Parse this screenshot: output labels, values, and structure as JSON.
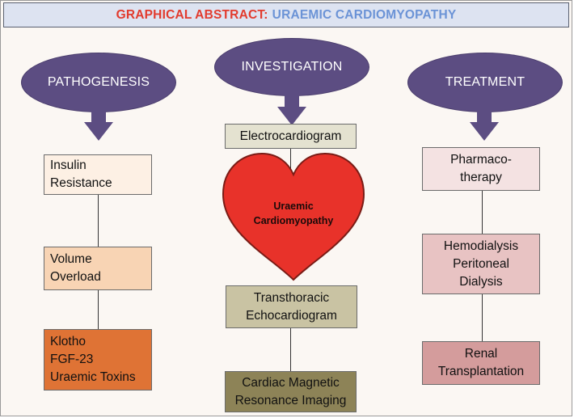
{
  "title": {
    "part1": "GRAPHICAL ABSTRACT:",
    "part2": "URAEMIC CARDIOMYOPATHY"
  },
  "colors": {
    "title_red": "#e23b2e",
    "title_blue": "#6b93d6",
    "ellipse": "#5c4d82",
    "heart": "#e8322a"
  },
  "columns": {
    "pathogenesis": {
      "heading": "PATHOGENESIS",
      "boxes": [
        {
          "text": "Insulin\nResistance",
          "color": "#fdf0e4"
        },
        {
          "text": "Volume\nOverload",
          "color": "#f8d4b4"
        },
        {
          "text": "Klotho\nFGF-23\nUraemic Toxins",
          "color": "#df7335"
        }
      ]
    },
    "investigation": {
      "heading": "INVESTIGATION",
      "boxes": [
        {
          "text": "Electrocardiogram",
          "color": "#e4e2d0"
        },
        {
          "text": "Transthoracic\nEchocardiogram",
          "color": "#c9c3a3"
        },
        {
          "text": "Cardiac Magnetic\nResonance Imaging",
          "color": "#8d8357"
        }
      ],
      "heart_label": "Uraemic\nCardiomyopathy"
    },
    "treatment": {
      "heading": "TREATMENT",
      "boxes": [
        {
          "text": "Pharmaco-\ntherapy",
          "color": "#f4e2e2"
        },
        {
          "text": "Hemodialysis\nPeritoneal\nDialysis",
          "color": "#e8c3c3"
        },
        {
          "text": "Renal\nTransplantation",
          "color": "#d49c9c"
        }
      ]
    }
  },
  "icons": {
    "arrow": "down-arrow-icon",
    "heart": "heart-icon"
  }
}
